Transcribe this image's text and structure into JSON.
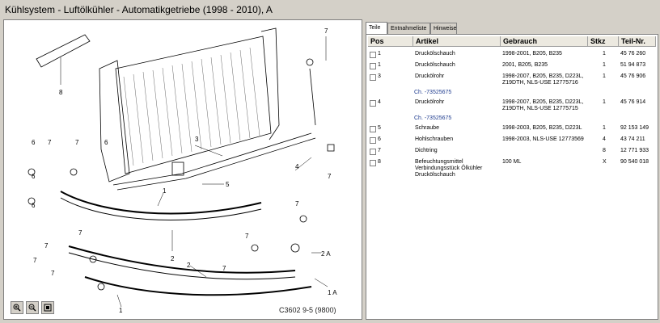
{
  "title": "Kühlsystem - Luftölkühler - Automatikgetriebe   (1998 - 2010), A",
  "tabs": [
    {
      "label": "Teile"
    },
    {
      "label": "Entnahmeliste"
    },
    {
      "label": "Hinweise"
    }
  ],
  "columns": {
    "pos": "Pos",
    "artikel": "Artikel",
    "gebrauch": "Gebrauch",
    "stkz": "Stkz",
    "teilnr": "Teil-Nr."
  },
  "rows": [
    {
      "pos": "1",
      "artikel": "Druckölschauch",
      "gebrauch": "1998-2001, B205, B235",
      "gebrauch2": "",
      "stkz": "1",
      "teilnr": "45 76 260",
      "note": ""
    },
    {
      "pos": "1",
      "artikel": "Druckölschauch",
      "gebrauch": "2001, B205, B235",
      "gebrauch2": "",
      "stkz": "1",
      "teilnr": "51 94 873",
      "note": ""
    },
    {
      "pos": "3",
      "artikel": "Druckölrohr",
      "gebrauch": "1998-2007, B205, B235, D223L,",
      "gebrauch2": "Z19DTH, NLS-USE 12775716",
      "stkz": "1",
      "teilnr": "45 76 906",
      "note": "Ch. -73525675"
    },
    {
      "pos": "4",
      "artikel": "Druckölrohr",
      "gebrauch": "1998-2007, B205, B235, D223L,",
      "gebrauch2": "Z19DTH, NLS-USE 12775715",
      "stkz": "1",
      "teilnr": "45 76 914",
      "note": "Ch. -73525675"
    },
    {
      "pos": "5",
      "artikel": "Schraube",
      "gebrauch": "1998-2003, B205, B235, D223L",
      "gebrauch2": "",
      "stkz": "1",
      "teilnr": "92 153 149",
      "note": ""
    },
    {
      "pos": "6",
      "artikel": "Hohlschrauben",
      "gebrauch": "1998-2003, NLS-USE 12773569",
      "gebrauch2": "",
      "stkz": "4",
      "teilnr": "43 74 211",
      "note": ""
    },
    {
      "pos": "7",
      "artikel": "Dichtring",
      "gebrauch": "",
      "gebrauch2": "",
      "stkz": "8",
      "teilnr": "12 771 933",
      "note": ""
    },
    {
      "pos": "8",
      "artikel": "Befeuchtungsmittel",
      "artikel2": "Verbindungsstück  Ölkühler",
      "artikel3": "Druckölschauch",
      "gebrauch": "100 ML",
      "gebrauch2": "",
      "stkz": "X",
      "teilnr": "90 540 018",
      "note": ""
    }
  ],
  "diagram": {
    "caption": "C3602 9-5 (9800)",
    "callouts": [
      "8",
      "7",
      "6",
      "7",
      "6",
      "7",
      "6",
      "7",
      "6",
      "3",
      "4",
      "5",
      "1",
      "7",
      "7",
      "7",
      "7",
      "2",
      "2",
      "7",
      "7",
      "7",
      "2 A",
      "1 A",
      "1"
    ]
  },
  "icons": {
    "zoom_in": "zoom-in-icon",
    "zoom_out": "zoom-out-icon",
    "fit": "fit-icon"
  }
}
